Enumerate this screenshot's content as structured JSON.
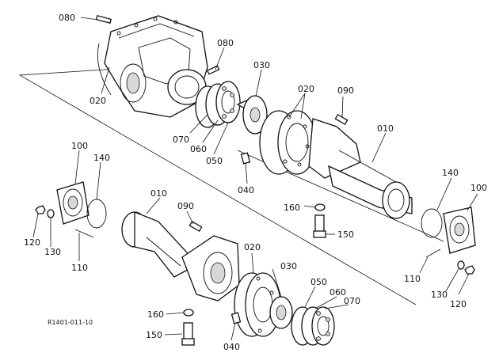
{
  "diagram": {
    "labels": {
      "p080_top": "080",
      "p080_mid": "080",
      "p020_housing": "020",
      "p030_top": "030",
      "p020_top": "020",
      "p090_top": "090",
      "p010_top": "010",
      "p070_top": "070",
      "p060_top": "060",
      "p050_top": "050",
      "p040_top": "040",
      "p100_left": "100",
      "p140_left": "140",
      "p010_bottom": "010",
      "p090_bottom": "090",
      "p160_right": "160",
      "p150_right": "150",
      "p140_right": "140",
      "p100_right": "100",
      "p120_left": "120",
      "p130_left": "130",
      "p110_left": "110",
      "p020_bottom": "020",
      "p030_bottom": "030",
      "p050_bottom": "050",
      "p060_bottom": "060",
      "p070_bottom": "070",
      "p110_right": "110",
      "p130_right": "130",
      "p120_right": "120",
      "p160_bottom": "160",
      "p150_bottom": "150",
      "p040_bottom": "040"
    },
    "figure_code": "R1401-011-10"
  }
}
